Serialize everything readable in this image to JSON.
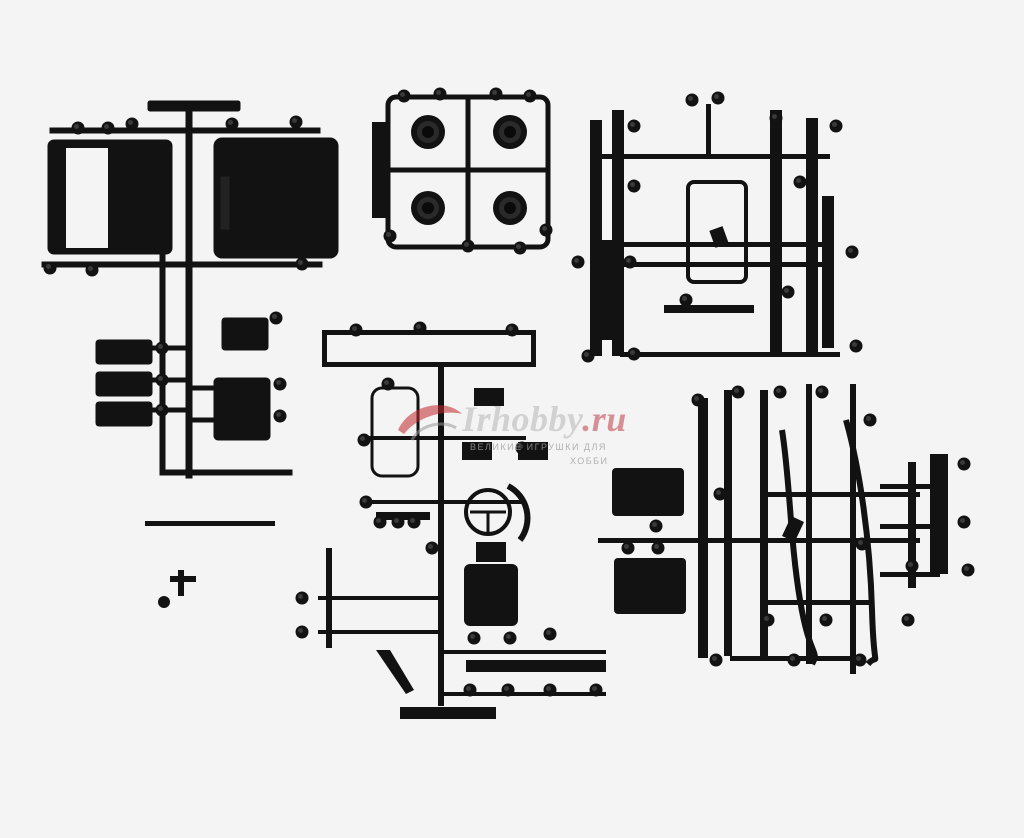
{
  "watermark": {
    "brand": "Irhobby",
    "domain": ".ru",
    "tagline": "ВЕЛИКИЕ ИГРУШКИ ДЛЯ",
    "tagline_2": "ХОББИ"
  },
  "colors": {
    "background": "#f4f4f4",
    "plastic": "#121212",
    "logo_red": "#c0282e"
  }
}
